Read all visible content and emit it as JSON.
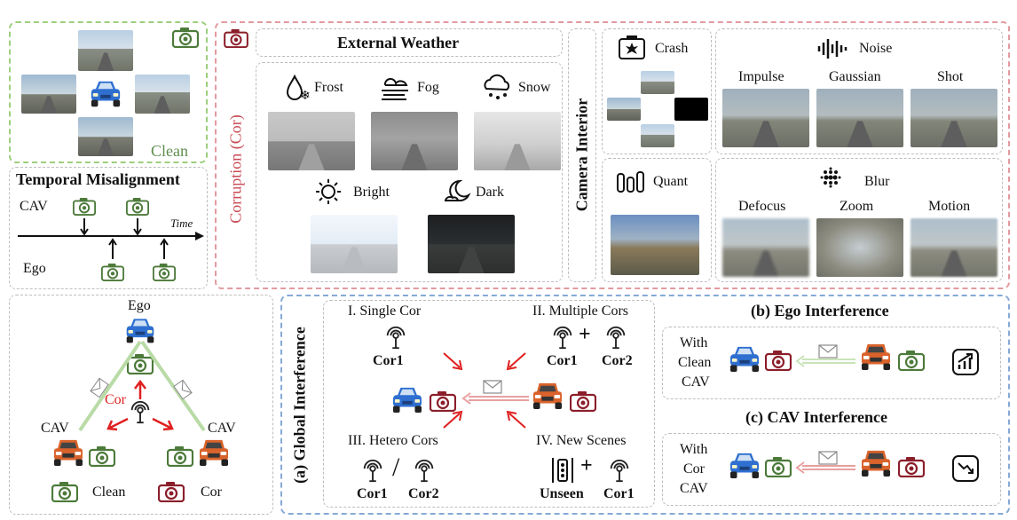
{
  "clean_panel": {
    "label": "Clean",
    "camera_icon": "camera-icon-green"
  },
  "temporal": {
    "title": "Temporal Misalignment",
    "cav": "CAV",
    "ego": "Ego",
    "time": "Time"
  },
  "corruption": {
    "side_label": "Corruption (Cor)",
    "external_title": "External Weather",
    "frost": "Frost",
    "fog": "Fog",
    "snow": "Snow",
    "bright": "Bright",
    "dark": "Dark",
    "interior_label": "Camera Interior",
    "crash": "Crash",
    "quant": "Quant",
    "noise": "Noise",
    "impulse": "Impulse",
    "gaussian": "Gaussian",
    "shot": "Shot",
    "blur": "Blur",
    "defocus": "Defocus",
    "zoom": "Zoom",
    "motion": "Motion"
  },
  "triangle": {
    "ego": "Ego",
    "cav_left": "CAV",
    "cav_right": "CAV",
    "cor": "Cor",
    "legend_clean": "Clean",
    "legend_cor": "Cor"
  },
  "global": {
    "side_label": "(a) Global Interference",
    "single": "I. Single Cor",
    "multiple": "II. Multiple Cors",
    "hetero": "III. Hetero Cors",
    "newscenes": "IV. New Scenes",
    "cor1": "Cor1",
    "cor2": "Cor2",
    "unseen": "Unseen"
  },
  "ego_interference": {
    "title": "(b) Ego Interference",
    "with": "With",
    "clean": "Clean",
    "cav": "CAV"
  },
  "cav_interference": {
    "title": "(c) CAV Interference",
    "with": "With",
    "cor": "Cor",
    "cav": "CAV"
  },
  "colors": {
    "green": "#4c7a3a",
    "red": "#8b1e2a",
    "blue": "#2e6fd0",
    "orange": "#d9632b",
    "corred": "#e02020"
  }
}
